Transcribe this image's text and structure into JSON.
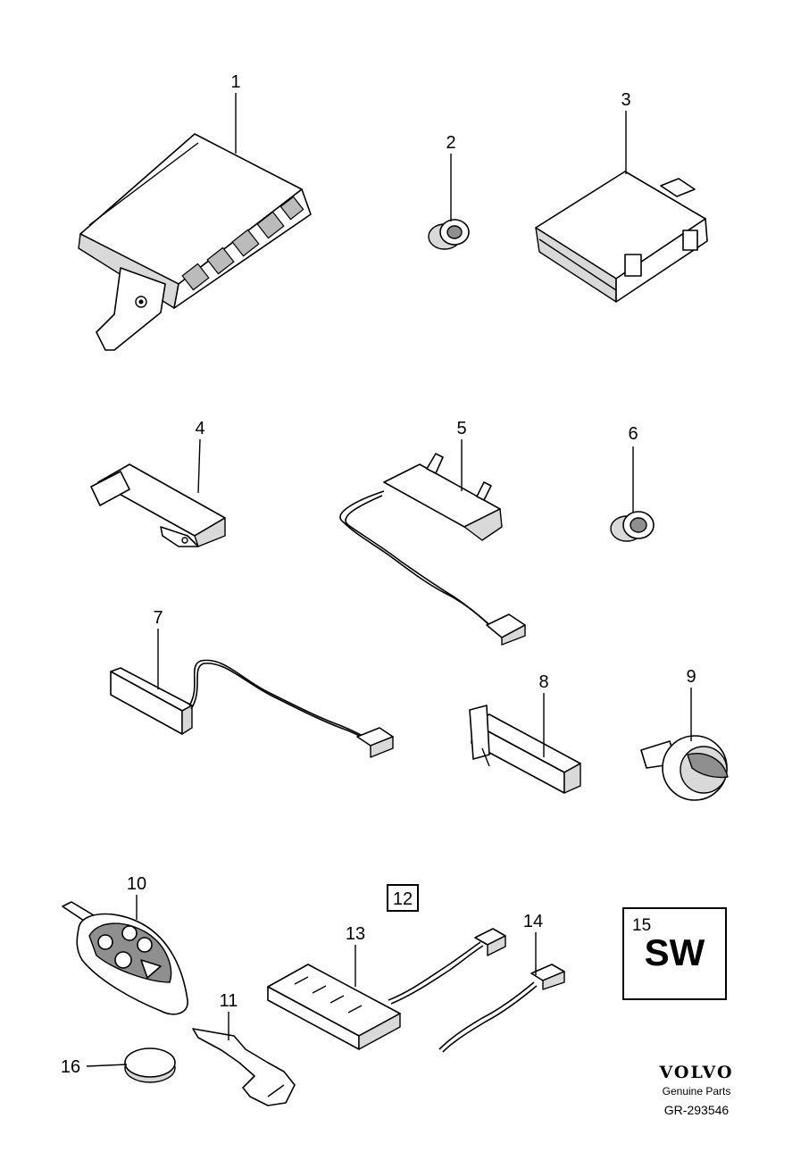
{
  "callouts": [
    "1",
    "2",
    "3",
    "4",
    "5",
    "6",
    "7",
    "8",
    "9",
    "10",
    "11",
    "12",
    "13",
    "14",
    "16"
  ],
  "sw_box": {
    "number": "15",
    "text": "SW"
  },
  "brand": {
    "logo": "VOLVO",
    "subtitle": "Genuine Parts",
    "code": "GR-293546"
  },
  "icons": [
    "control-module",
    "grommet",
    "module-box",
    "antenna-sensor",
    "antenna-with-cable",
    "remote-key-fob",
    "emergency-key-blade",
    "coin-battery",
    "key-slot-reader"
  ]
}
